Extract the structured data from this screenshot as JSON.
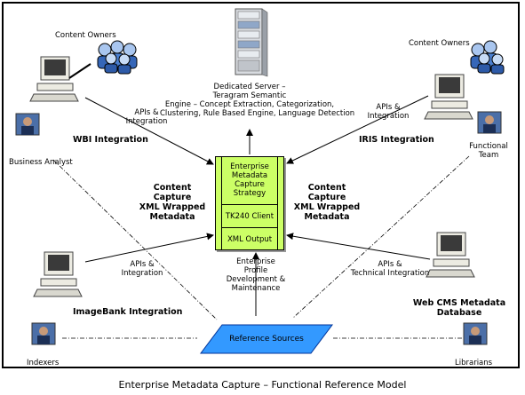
{
  "center": {
    "strategy_lines": [
      "Enterprise",
      "Metadata",
      "Capture",
      "Strategy"
    ],
    "client": "TK240 Client",
    "output": "XML Output"
  },
  "server": {
    "title": "Dedicated Server –",
    "lines": [
      "Teragram Semantic",
      "Engine – Concept Extraction, Categorization,",
      "Clustering, Rule Based Engine, Language Detection"
    ]
  },
  "nodes": {
    "content_owners_left": "Content Owners",
    "content_owners_right": "Content Owners",
    "business_analyst": "Business Analyst",
    "functional_team": [
      "Functional",
      "Team"
    ],
    "indexers": "Indexers",
    "librarians": "Librarians"
  },
  "integrations": {
    "wbi": "WBI Integration",
    "iris": "IRIS Integration",
    "imagebank": "ImageBank Integration",
    "webcms": [
      "Web CMS Metadata",
      "Database"
    ]
  },
  "edges": {
    "apis_tl": [
      "APIs &",
      "Integration"
    ],
    "apis_tr": [
      "APIs &",
      "Integration"
    ],
    "apis_bl": [
      "APIs &",
      "Integration"
    ],
    "apis_br": [
      "APIs &",
      "Technical Integration"
    ]
  },
  "content_capture_left": [
    "Content",
    "Capture",
    "XML Wrapped",
    "Metadata"
  ],
  "content_capture_right": [
    "Content",
    "Capture",
    "XML Wrapped",
    "Metadata"
  ],
  "profile": [
    "Enterprise",
    "Profile",
    "Development &",
    "Maintenance"
  ],
  "reference_sources": "Reference Sources",
  "caption": "Enterprise Metadata Capture – Functional Reference Model",
  "colors": {
    "center_fill": "#ccff66",
    "reference_fill": "#3399ff",
    "line": "#000000"
  }
}
